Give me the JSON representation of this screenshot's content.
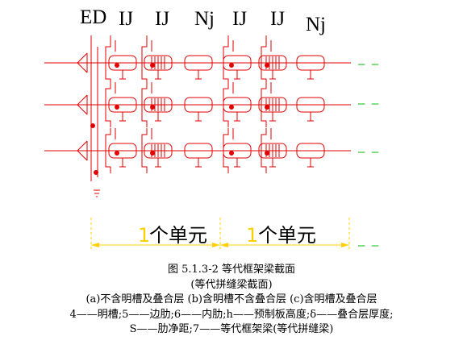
{
  "header_labels": [
    "ED",
    "IJ",
    "IJ",
    "Nj",
    "IJ",
    "IJ",
    "Nj"
  ],
  "units": [
    {
      "num": "1",
      "text": "个单元"
    },
    {
      "num": "1",
      "text": "个单元"
    }
  ],
  "dash_marks": [
    "— —",
    "— —",
    "— —",
    "— —"
  ],
  "caption": {
    "title": "图 5.1.3-2   等代框架梁截面",
    "subtitle": "(等代拼缝梁截面)",
    "cases": "(a)不含明槽及叠合层  (b)含明槽不含叠合层  (c)含明槽及叠合层",
    "legend1": "4——明槽;5——边肋;6——内肋;h——预制板高度;δ——叠合层厚度;",
    "legend2": "S——肋净距;7——等代框架梁(等代拼缝梁)"
  },
  "colors": {
    "lines": "#e00000",
    "unit_numeral": "#ffd000",
    "dimension": "#ffd000",
    "dashes": "#00bb00",
    "text": "#000000"
  }
}
